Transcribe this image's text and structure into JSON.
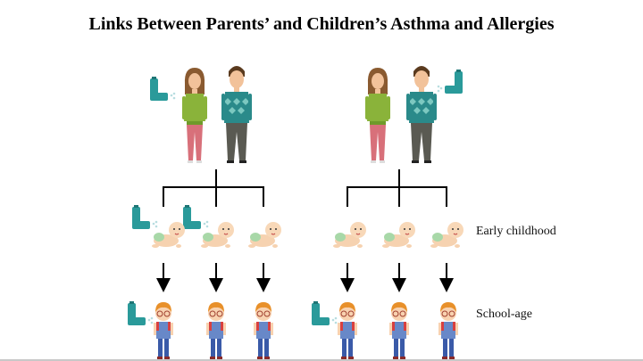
{
  "title": "Links Between Parents’ and Children’s Asthma and Allergies",
  "labels": {
    "early": "Early childhood",
    "school": "School-age"
  },
  "colors": {
    "inhaler": "#2a9a9a",
    "line": "#000000"
  },
  "families": [
    {
      "name": "left",
      "parent_inhaler": "mother",
      "early_inhalers": [
        true,
        true,
        false
      ],
      "school_inhalers": [
        true,
        false,
        false
      ]
    },
    {
      "name": "right",
      "parent_inhaler": "father",
      "early_inhalers": [
        false,
        false,
        false
      ],
      "school_inhalers": [
        true,
        false,
        false
      ]
    }
  ]
}
